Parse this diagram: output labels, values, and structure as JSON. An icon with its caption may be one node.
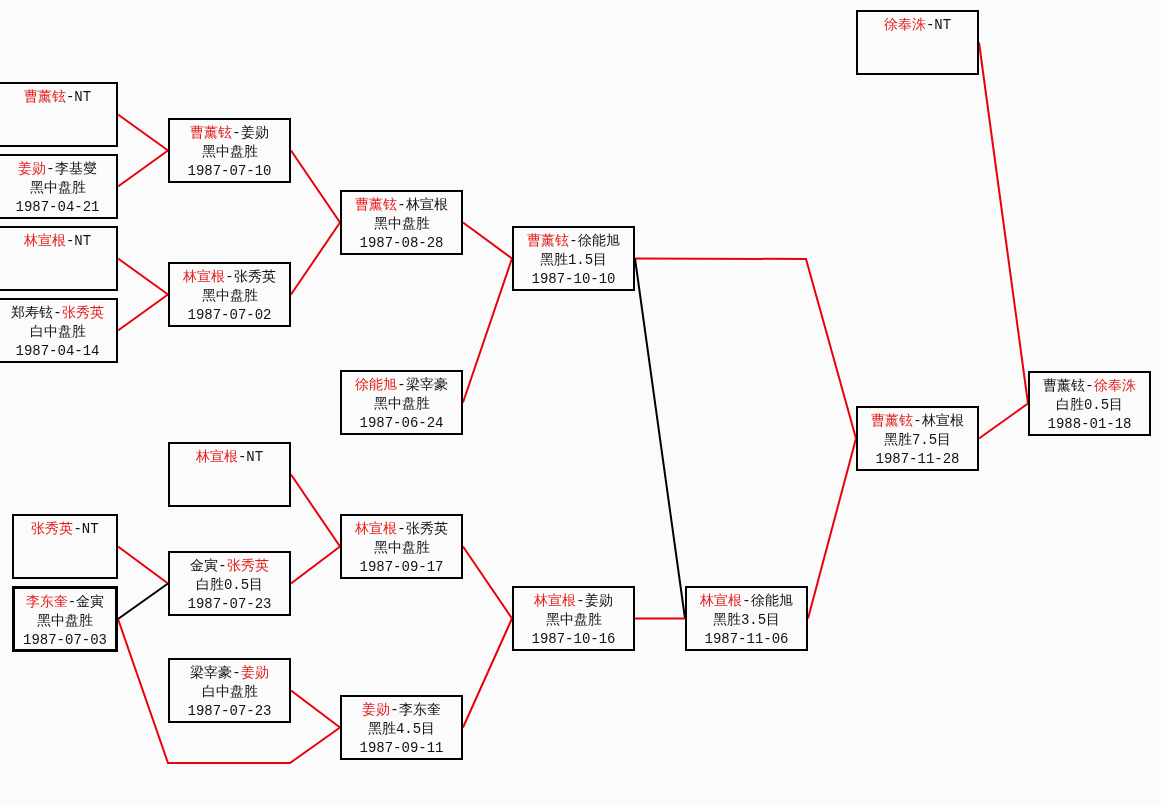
{
  "diagram": {
    "nodes": [
      {
        "text": [
          "**徐奉洙**-NT"
        ]
      },
      {
        "text": [
          "**曹薰铉**-NT"
        ]
      },
      {
        "text": [
          "**曹薰铉**-姜勋",
          "黑中盘胜",
          "1987-07-10"
        ]
      },
      {
        "text": [
          "**姜勋**-李基燮",
          "黑中盘胜",
          "1987-04-21"
        ]
      },
      {
        "text": [
          "**曹薰铉**-林宣根",
          "黑中盘胜",
          "1987-08-28"
        ]
      },
      {
        "text": [
          "**林宣根**-NT"
        ]
      },
      {
        "text": [
          "**曹薰铉**-徐能旭",
          "黑胜1.5目",
          "1987-10-10"
        ]
      },
      {
        "text": [
          "**林宣根**-张秀英",
          "黑中盘胜",
          "1987-07-02"
        ]
      },
      {
        "text": [
          "郑寿铉-**张秀英**",
          "白中盘胜",
          "1987-04-14"
        ]
      },
      {
        "text": [
          "**徐能旭**-梁宰豪",
          "黑中盘胜",
          "1987-06-24"
        ]
      },
      {
        "text": [
          "曹薰铉-**徐奉洙**",
          "白胜0.5目",
          "1988-01-18"
        ]
      },
      {
        "text": [
          "**曹薰铉**-林宣根",
          "黑胜7.5目",
          "1987-11-28"
        ]
      },
      {
        "text": [
          "**林宣根**-NT"
        ]
      },
      {
        "text": [
          "**张秀英**-NT"
        ]
      },
      {
        "text": [
          "**林宣根**-张秀英",
          "黑中盘胜",
          "1987-09-17"
        ]
      },
      {
        "text": [
          "金寅-**张秀英**",
          "白胜0.5目",
          "1987-07-23"
        ]
      },
      {
        "text": [
          "**李东奎**-金寅",
          "黑中盘胜",
          "1987-07-03"
        ]
      },
      {
        "text": [
          "**林宣根**-姜勋",
          "黑中盘胜",
          "1987-10-16"
        ]
      },
      {
        "text": [
          "**林宣根**-徐能旭",
          "黑胜3.5目",
          "1987-11-06"
        ]
      },
      {
        "text": [
          "梁宰豪-**姜勋**",
          "白中盘胜",
          "1987-07-23"
        ]
      },
      {
        "text": [
          "**姜勋**-李东奎",
          "黑胜4.5目",
          "1987-09-11"
        ]
      }
    ],
    "edges": [
      {
        "from": 1,
        "to": 2,
        "arrow": "none"
      },
      {
        "from": 3,
        "to": 2,
        "arrow": "none"
      },
      {
        "from": 5,
        "to": 7,
        "arrow": "none"
      },
      {
        "from": 8,
        "to": 7,
        "arrow": "none"
      },
      {
        "from": 2,
        "to": 4,
        "arrow": "none"
      },
      {
        "from": 7,
        "to": 4,
        "arrow": "none"
      },
      {
        "from": 4,
        "to": 6,
        "arrow": "none"
      },
      {
        "from": 9,
        "to": 6,
        "arrow": "none"
      },
      {
        "from": 6,
        "to": 11,
        "arrow": "none"
      },
      {
        "from": 6,
        "to": 18,
        "arrow": "none",
        "color": "#000000"
      },
      {
        "from": 13,
        "to": 15,
        "arrow": "none"
      },
      {
        "from": 16,
        "to": 15,
        "arrow": "none",
        "color": "#000000"
      },
      {
        "from": 12,
        "to": 14,
        "arrow": "none"
      },
      {
        "from": 15,
        "to": 14,
        "arrow": "none"
      },
      {
        "from": 16,
        "to": 20,
        "arrow": "none"
      },
      {
        "from": 19,
        "to": 20,
        "arrow": "none"
      },
      {
        "from": 14,
        "to": 17,
        "arrow": "none"
      },
      {
        "from": 20,
        "to": 17,
        "arrow": "none"
      },
      {
        "from": 17,
        "to": 18,
        "arrow": "none"
      },
      {
        "from": 18,
        "to": 11,
        "arrow": "none"
      },
      {
        "from": 11,
        "to": 10,
        "arrow": "none"
      },
      {
        "from": 0,
        "to": 10,
        "arrow": "none"
      }
    ]
  }
}
